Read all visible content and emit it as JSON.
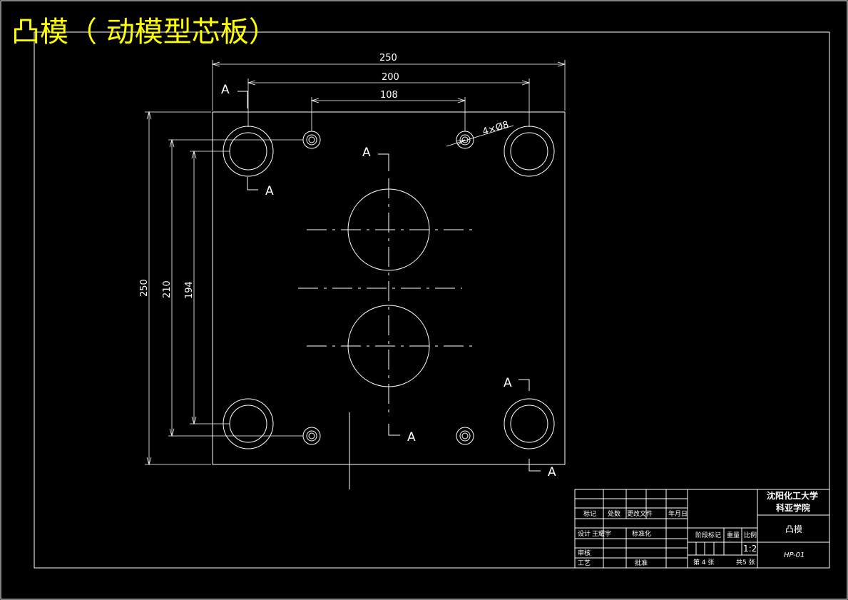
{
  "drawing_title": "凸模（  动模型芯板）",
  "dimensions": {
    "overall_width": "250",
    "bolt_spacing_x": "200",
    "pin_spacing_x": "108",
    "hole_callout": "4×Ø8",
    "overall_height": "250",
    "bolt_spacing_y": "210",
    "pin_spacing_y": "194"
  },
  "section_label": "A",
  "title_block": {
    "institution_line1": "沈阳化工大学",
    "institution_line2": "科亚学院",
    "part_name": "凸模",
    "drawing_number": "HP-01",
    "scale": "1:2",
    "header_mark": "标记",
    "header_count": "处数",
    "header_change_doc": "更改文件",
    "header_date": "年月日",
    "designer_label": "设计",
    "designer_name": "王耀宇",
    "standardize_label": "标准化",
    "review_label": "审核",
    "process_label": "工艺",
    "approve_label": "批准",
    "stage_mark_label": "阶段标记",
    "weight_label": "重量",
    "scale_label": "比例",
    "sheet_no": "第 4 张",
    "sheet_total": "共5 张"
  }
}
